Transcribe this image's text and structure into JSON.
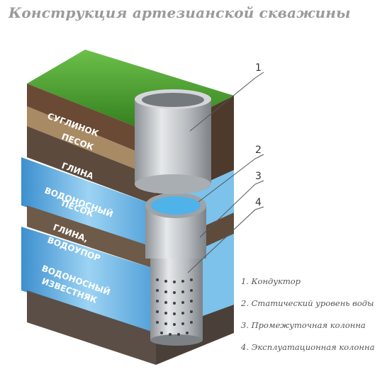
{
  "title": "Конструкция артезианской скважины",
  "layers": [
    {
      "id": "sugl",
      "label": "СУГЛИНОК"
    },
    {
      "id": "pesok",
      "label": "ПЕСОК"
    },
    {
      "id": "glina",
      "label": "ГЛИНА"
    },
    {
      "id": "vodpes1",
      "label": "ВОДОНОСНЫЙ"
    },
    {
      "id": "vodpes2",
      "label": "ПЕСОК"
    },
    {
      "id": "glv1",
      "label": "ГЛИНА,"
    },
    {
      "id": "glv2",
      "label": "ВОДОУПОР"
    },
    {
      "id": "vodizv1",
      "label": "ВОДОНОСНЫЙ"
    },
    {
      "id": "vodizv2",
      "label": "ИЗВЕСТНЯК"
    }
  ],
  "callouts": [
    "1",
    "2",
    "3",
    "4"
  ],
  "legend": [
    "1. Кондуктор",
    "2. Статический уровень воды",
    "3. Промежуточная колонна",
    "4. Эксплуатационная колонна"
  ],
  "colors": {
    "grass": "#4a9a2e",
    "soil": "#5a4030",
    "clay": "#7a6a58",
    "water": "#5ab0e0",
    "steel": "#b8bcc0"
  }
}
